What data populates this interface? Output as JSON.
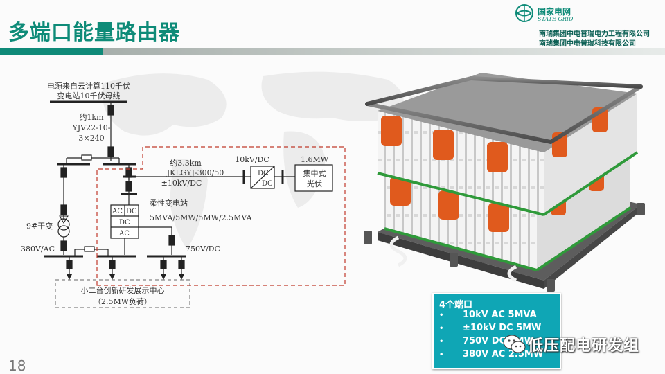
{
  "slide": {
    "title": "多端口能量路由器",
    "page_number": "18"
  },
  "logo": {
    "name_cn": "国家电网",
    "name_en": "STATE GRID",
    "company_line1": "南瑞集团中电普瑞电力工程有限公司",
    "company_line2": "南瑞集团中电普瑞科技有限公司",
    "color": "#0e8b78"
  },
  "diagram": {
    "source_label_line1": "电源来自云计算110千伏",
    "source_label_line2": "变电站10千伏母线",
    "cable1_line1": "约1km",
    "cable1_line2": "YJV22-10-",
    "cable1_line3": "3×240",
    "transformer_label": "9#干变",
    "bus_380_label": "380V/AC",
    "cable2_line1": "约3.3km",
    "cable2_line2": "JKLGYJ-300/50",
    "cable2_line3": "±10kV/DC",
    "dcdc_top_label": "10kV/DC",
    "dcdc_dc1": "DC",
    "dcdc_dc2": "DC",
    "pv_capacity": "1.6MW",
    "pv_line1": "集中式",
    "pv_line2": "光伏",
    "station_label": "柔性变电站",
    "station_rating": "5MVA/5MW/5MW/2.5MVA",
    "ac_label": "AC",
    "dc_label": "DC",
    "dc_label2": "DC",
    "ac_label2": "AC",
    "bus_750_label": "750V/DC",
    "load_line1": "小二台创新研发展示中心",
    "load_line2": "（2.5MW负荷）",
    "dashed_color": "#c0392b"
  },
  "ports": {
    "title": "4个端口",
    "bullet": "•",
    "items": [
      "10kV AC 5MVA",
      "±10kV DC 5MW",
      "750V DC 5MW",
      "380V AC 2.5MW"
    ],
    "box_color": "#0fa6b5"
  },
  "watermark": {
    "text": "低压配电研发组"
  }
}
